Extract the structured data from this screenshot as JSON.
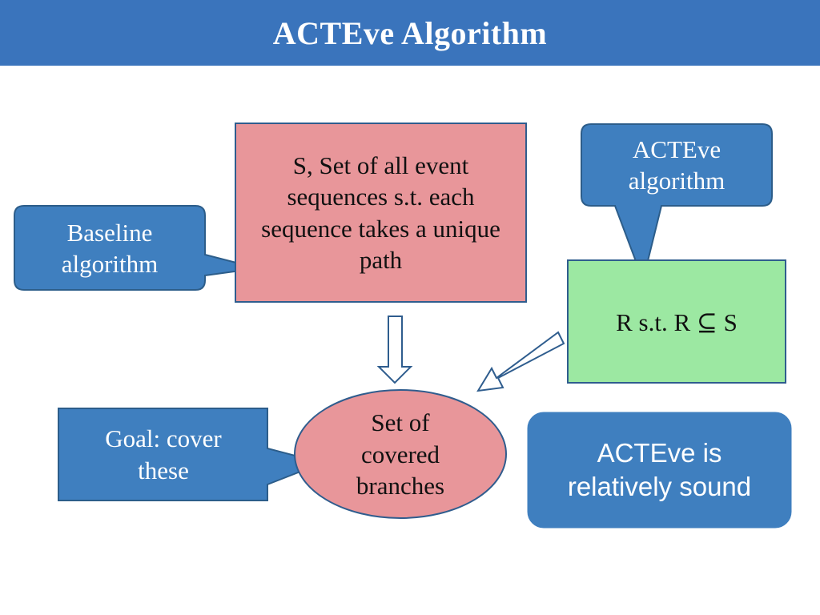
{
  "slide": {
    "title": "ACTEve Algorithm"
  },
  "diagram": {
    "set_s_box": "S, Set of all event sequences s.t. each sequence takes a unique path",
    "baseline_callout": "Baseline algorithm",
    "acteve_callout": "ACTEve algorithm",
    "subset_r_box": "R s.t. R ⊆ S",
    "covered_ellipse": "Set of covered branches",
    "goal_callout": "Goal: cover these",
    "soundness_note": "ACTEve is relatively sound"
  },
  "colors": {
    "title_bar": "#3a74bc",
    "callout_fill": "#3f7fbf",
    "callout_stroke": "#2c5d8a",
    "pink_fill": "#e8969a",
    "green_fill": "#9ce8a2",
    "box_stroke": "#2f5d8e"
  }
}
